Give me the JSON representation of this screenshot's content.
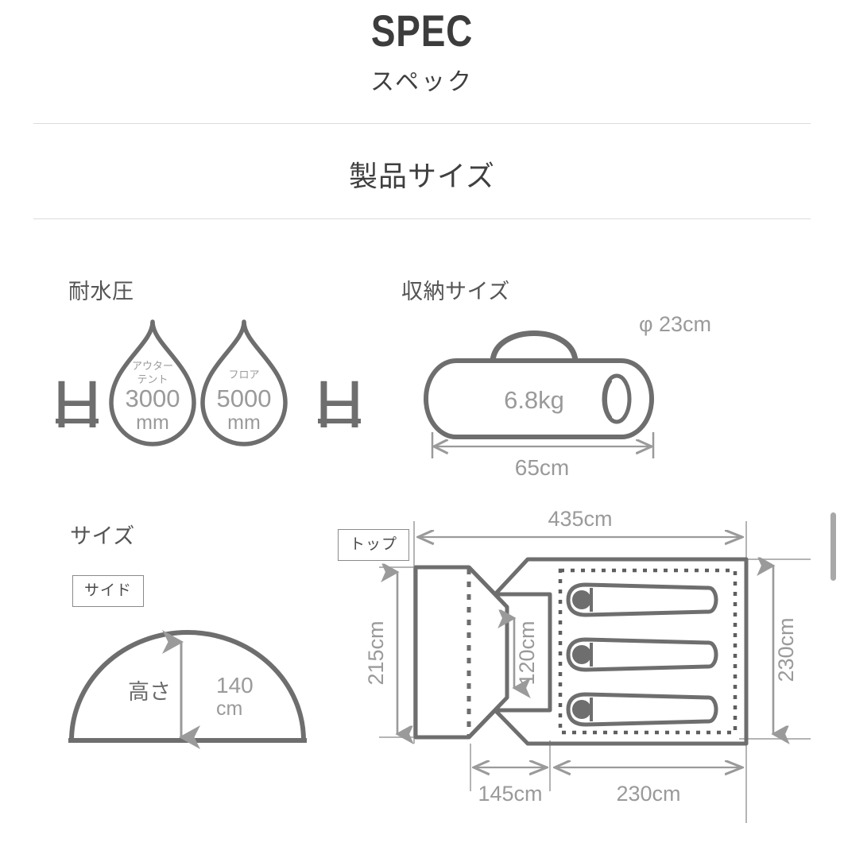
{
  "header": {
    "title": "SPEC",
    "subtitle": "スペック",
    "section_heading": "製品サイズ"
  },
  "colors": {
    "outline": "#6e6e6e",
    "dim_line": "#9a9a9a",
    "dim_text": "#9a9a9a",
    "heading_text": "#555555",
    "title_text": "#3c3c3c",
    "rule": "#dcdcdc",
    "scrollbar_thumb": "#a8a8a8",
    "background": "#ffffff"
  },
  "blocks": {
    "water_resistance": {
      "heading": "耐水圧",
      "symbol_left": "H",
      "symbol_right": "H",
      "drops": [
        {
          "label_line1": "アウター",
          "label_line2": "テント",
          "value": "3000",
          "unit": "mm"
        },
        {
          "label_line1": "フロア",
          "label_line2": "",
          "value": "5000",
          "unit": "mm"
        }
      ]
    },
    "storage_size": {
      "heading": "収納サイズ",
      "weight": "6.8kg",
      "diameter": "φ 23cm",
      "length": "65cm"
    },
    "size": {
      "heading": "サイズ",
      "side_tag": "サイド",
      "top_tag": "トップ",
      "side_view": {
        "height_label": "高さ",
        "height_value": "140",
        "height_unit": "cm"
      },
      "top_view": {
        "total_width": "435cm",
        "left_depth": "215cm",
        "inner_front_width": "120cm",
        "right_depth": "230cm",
        "vestibule_width": "145cm",
        "inner_width": "230cm",
        "sleeping_bags": 3
      }
    }
  }
}
